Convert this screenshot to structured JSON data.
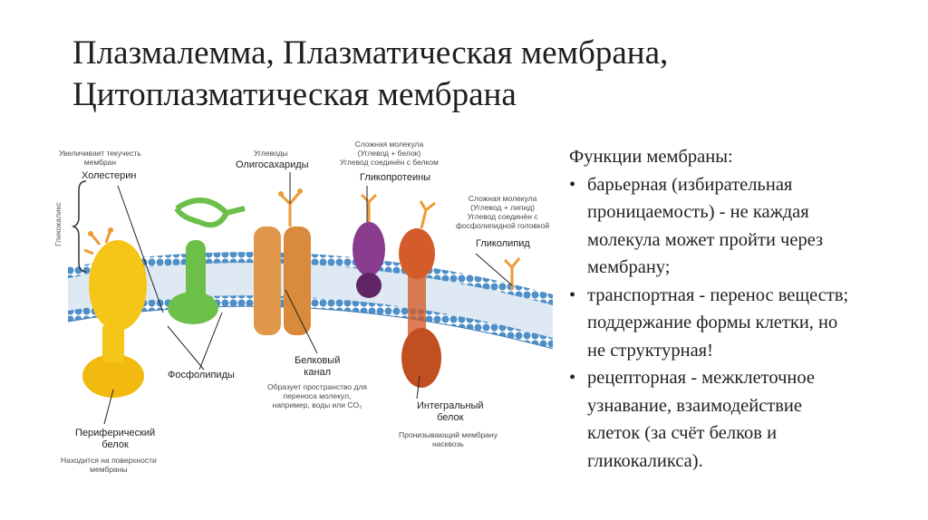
{
  "title": {
    "line1": "Плазмалемма, Плазматическая мембрана,",
    "line2": "Цитоплазматическая мембрана"
  },
  "diagram": {
    "cholesterol_note": [
      "Увеличивает текучесть",
      "мембран"
    ],
    "cholesterol": "Холестерин",
    "carbs_note": "Углеводы",
    "oligosaccharides": "Олигосахариды",
    "glycoprotein_note": [
      "Сложная молекула",
      "(Углевод + белок)",
      "Углевод соединён с белком"
    ],
    "glycoproteins": "Гликопротеины",
    "glycolipid_note": [
      "Сложная молекула",
      "(Углевод + липид)",
      "Углевод соединён с",
      "фосфолипидной головкой"
    ],
    "glycolipid": "Гликолипид",
    "glycocalyx": "Гликокаликс",
    "phospholipids": "Фосфолипиды",
    "channel": [
      "Белковый",
      "канал"
    ],
    "channel_note": [
      "Образует пространство для",
      "переноса молекул,",
      "например, воды или CO₂"
    ],
    "integral": [
      "Интегральный",
      "белок"
    ],
    "integral_note": [
      "Пронизывающий мембрану",
      "насквозь"
    ],
    "peripheral": [
      "Периферический",
      "белок"
    ],
    "peripheral_note": [
      "Находится на поверхности",
      "мембраны"
    ]
  },
  "functions": {
    "heading": "Функции мембраны:",
    "bullet": "•",
    "items": [
      [
        "барьерная (избирательная",
        "проницаемость) - не каждая",
        "молекула может пройти через",
        "мембрану;"
      ],
      [
        "транспортная - перенос веществ;",
        "поддержание формы клетки, но",
        "не структурная!"
      ],
      [
        "рецепторная - межклеточное",
        "узнавание, взаимодействие",
        "клеток (за счёт белков и",
        "гликокаликса)."
      ]
    ]
  },
  "colors": {
    "head": "#4f8fc7",
    "tail": "#d8e6f2",
    "cholesterol": "#f5c518",
    "green_protein": "#6cc04a",
    "channel": "#e0974a",
    "glycoprotein": "#8a3d8f",
    "integral": "#d35c2a",
    "carbs": "#ee9a33"
  }
}
